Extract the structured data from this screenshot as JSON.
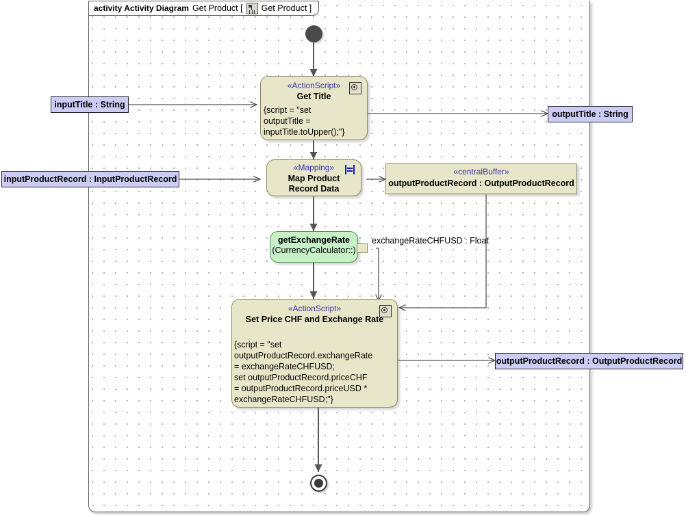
{
  "frame": {
    "keyword": "activity Activity Diagram",
    "diagram_name": "Get Product [",
    "icon": "activity-diagram-icon",
    "context_name": "Get Product ]"
  },
  "colors": {
    "action_fill": "#e8e6c8",
    "action_border": "#8d8b66",
    "callbehavior_fill": "#c8f0c8",
    "callbehavior_border": "#4e9a4e",
    "parameter_fill": "#ccccf5",
    "parameter_border": "#24242e",
    "stereotype_text": "#3333aa",
    "frame_border": "#5a5a5a",
    "edge": "#555555"
  },
  "nodes": {
    "initial": {
      "name": "initial-node"
    },
    "final": {
      "name": "activity-final-node"
    },
    "get_title": {
      "stereotype": "«ActionScript»",
      "name": "Get Title",
      "icon": "action-script-icon",
      "script": "{script = \"set\noutputTitle =\ninputTitle.toUpper();\"}"
    },
    "map_product": {
      "stereotype": "«Mapping»",
      "name": "Map Product\nRecord Data",
      "icon": "mapping-icon"
    },
    "central_buffer": {
      "stereotype": "«centralBuffer»",
      "name": "outputProductRecord : OutputProductRecord"
    },
    "get_exchange_rate": {
      "name": "getExchangeRate",
      "subtitle": "(CurrencyCalculator::)",
      "pin_label": "exchangeRateCHFUSD : Float"
    },
    "set_price": {
      "stereotype": "«ActionScript»",
      "name": "Set Price CHF and Exchange Rate",
      "icon": "action-script-icon",
      "script": "{script = \"set\noutputProductRecord.exchangeRate\n = exchangeRateCHFUSD;\nset outputProductRecord.priceCHF\n= outputProductRecord.priceUSD *\nexchangeRateCHFUSD;\"}"
    }
  },
  "parameters": {
    "input_title": "inputTitle : String",
    "input_product_record": "inputProductRecord : InputProductRecord",
    "output_title": "outputTitle : String",
    "output_product_record": "outputProductRecord : OutputProductRecord"
  }
}
